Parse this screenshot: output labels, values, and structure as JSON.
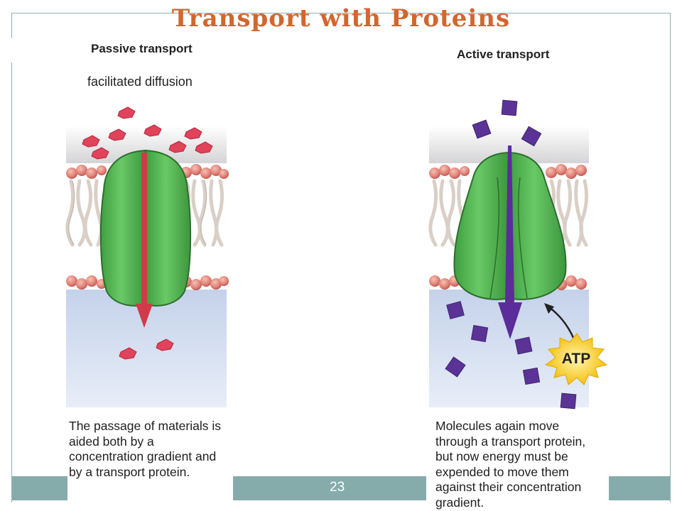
{
  "slide": {
    "title": "Transport with Proteins",
    "page_number": "23"
  },
  "passive": {
    "heading": "Passive transport",
    "subheading": "facilitated diffusion",
    "caption": "The passage of materials is aided both by a concentration gradient and by a transport protein."
  },
  "active": {
    "heading": "Active transport",
    "atp_label": "ATP",
    "caption": "Molecules again move through a transport protein, but now energy must be expended to move them against their concentration gradient."
  },
  "colors": {
    "title": "#d2662e",
    "protein": "#5cbf5c",
    "passive_molecule": "#e0435a",
    "active_molecule": "#5b3396",
    "passive_arrow": "#d23a4a",
    "active_arrow": "#5a2d9a",
    "atp_burst": "#f7c515",
    "footer_bar": "#86abab"
  }
}
